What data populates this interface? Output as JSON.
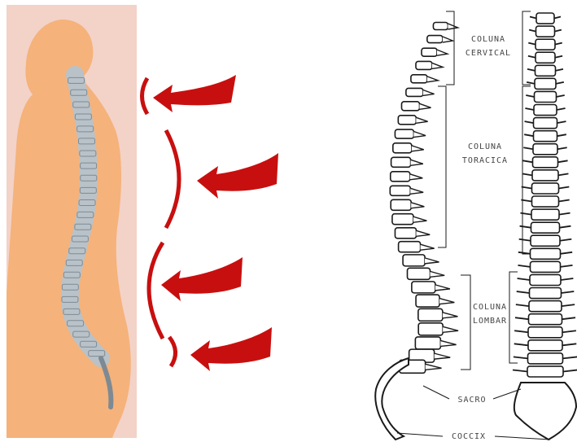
{
  "colors": {
    "panel_bg": "#f3d2c8",
    "body_fill": "#f5b27a",
    "spine_fill": "#b9c2c8",
    "spine_stroke": "#7e8a93",
    "arrow_red": "#c80f0f",
    "ink": "#1a1a1a",
    "label_color": "#444444"
  },
  "icons": {
    "curvature_arrow": "left-arrow-icon"
  },
  "labels": {
    "cervical_line1": "COLUNA",
    "cervical_line2": "CERVICAL",
    "thoracic_line1": "COLUNA",
    "thoracic_line2": "TORACICA",
    "lumbar_line1": "COLUNA",
    "lumbar_line2": "LOMBAR",
    "sacrum": "SACRO",
    "coccyx": "COCCIX"
  }
}
